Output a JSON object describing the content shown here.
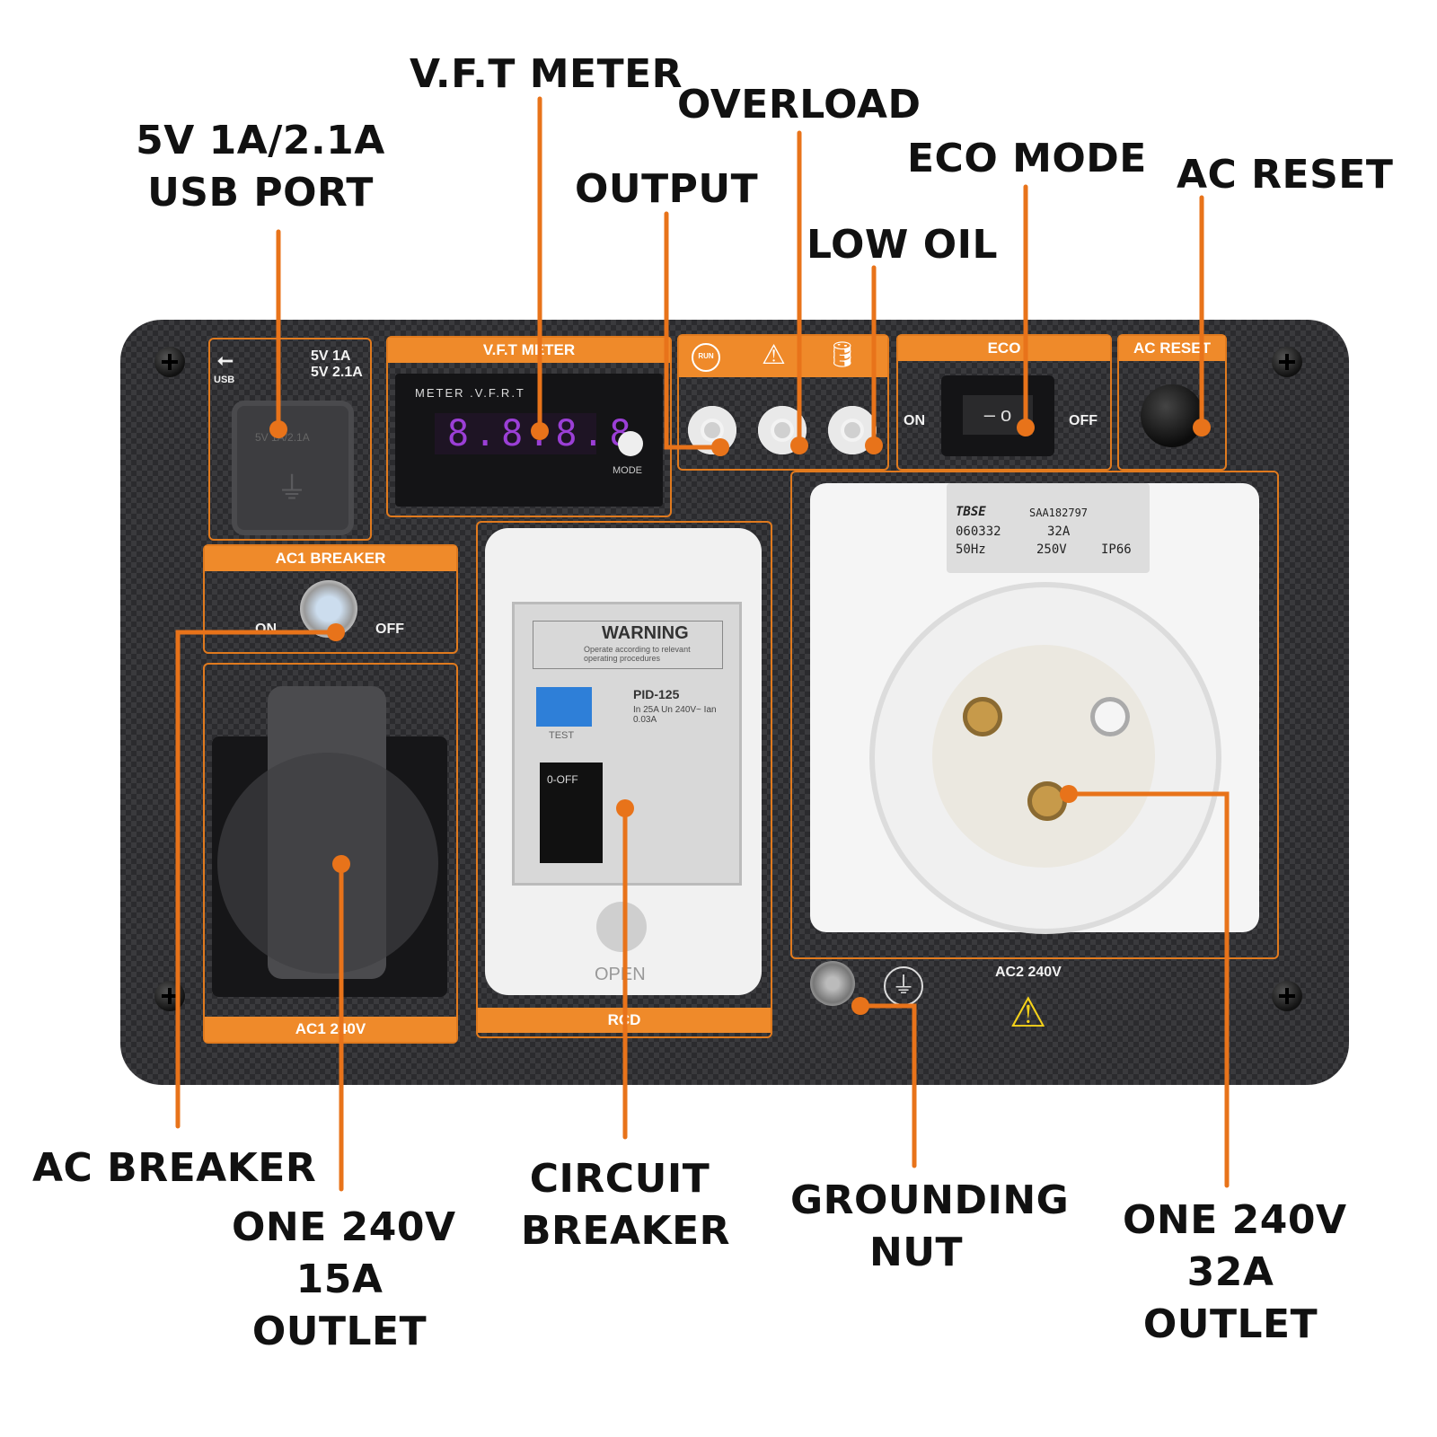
{
  "callouts": {
    "usb_line1": "5V 1A/2.1A",
    "usb_line2": "USB PORT",
    "vft_meter": "V.F.T METER",
    "overload": "OVERLOAD",
    "output": "OUTPUT",
    "eco_mode": "ECO MODE",
    "low_oil": "LOW OIL",
    "ac_reset": "AC RESET",
    "ac_breaker": "AC BREAKER",
    "outlet15_l1": "ONE 240V",
    "outlet15_l2": "15A",
    "outlet15_l3": "OUTLET",
    "circuit_l1": "CIRCUIT",
    "circuit_l2": "BREAKER",
    "grounding_l1": "GROUNDING",
    "grounding_l2": "NUT",
    "outlet32_l1": "ONE 240V",
    "outlet32_l2": "32A",
    "outlet32_l3": "OUTLET"
  },
  "panel": {
    "usb_icon_text": "USB",
    "usb_rating1": "5V 1A",
    "usb_rating2": "5V 2.1A",
    "usb_cap_text": "5V 1A/2.1A",
    "vft_title": "V.F.T METER",
    "vft_inner": "METER .V.F.R.T",
    "vft_display": "8.8.8.8",
    "mode_label": "MODE",
    "run_label": "RUN",
    "eco_title": "ECO",
    "eco_on": "ON",
    "eco_off": "OFF",
    "reset_title": "AC RESET",
    "ac1_breaker_title": "AC1 BREAKER",
    "ac1_on": "ON",
    "ac1_off": "OFF",
    "ac1_title": "AC1 240V",
    "rcd_title": "RCD",
    "rcd_warning": "WARNING",
    "rcd_warning_sub": "Operate according to relevant operating procedures",
    "rcd_model": "PID-125",
    "rcd_specs": "In 25A  Un 240V~  Ian 0.03A",
    "rcd_test": "TEST",
    "rcd_off": "0-OFF",
    "rcd_open": "OPEN",
    "socket_brand": "TBSE",
    "socket_cert": "SAA182797",
    "socket_code": "060332",
    "socket_amps": "32A",
    "socket_hz": "50Hz",
    "socket_volts": "250V",
    "socket_ip": "IP66",
    "ac2_title": "AC2 240V"
  },
  "colors": {
    "accent": "#e8731a",
    "panel": "#2b2b2e",
    "panel_label": "#ef8a2a",
    "display": "#9b3fd6"
  }
}
